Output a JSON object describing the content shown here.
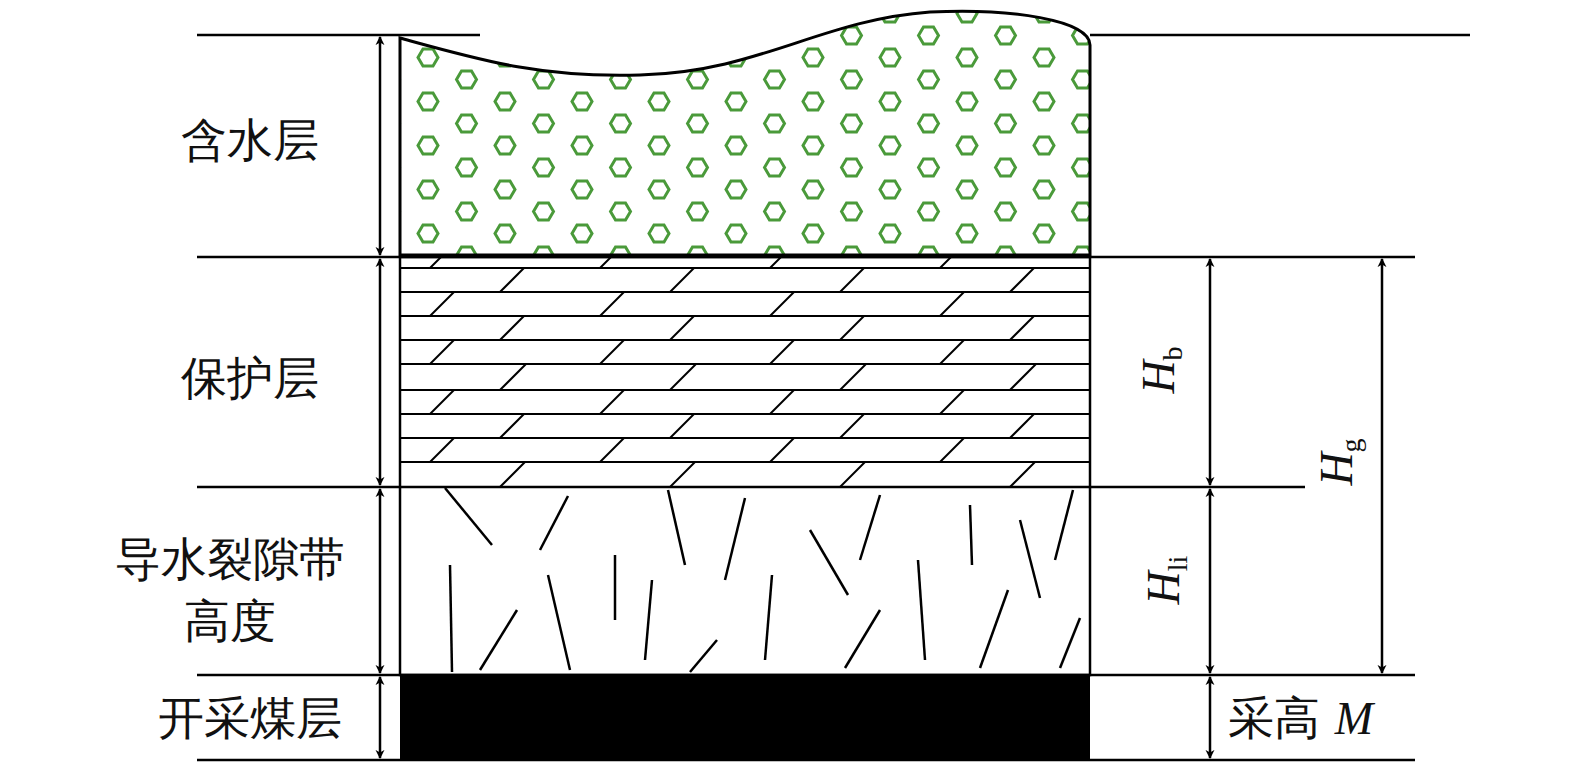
{
  "diagram": {
    "labels": [
      "含水层",
      "保护层",
      "导水裂隙带高度",
      "开采煤层",
      "Hb",
      "Hg",
      "Hli",
      "采高 M"
    ]
  }
}
